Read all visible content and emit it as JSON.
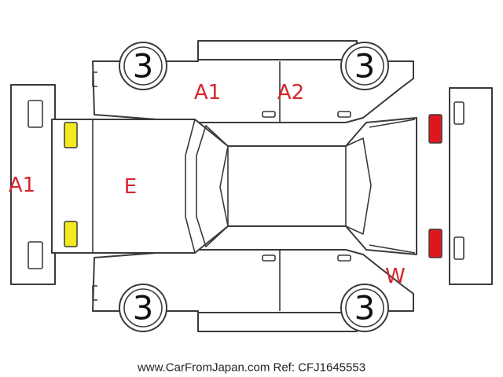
{
  "wheels": {
    "front_left": "3",
    "front_right": "3",
    "rear_left": "3",
    "rear_right": "3"
  },
  "marks": {
    "front_bumper": "A1",
    "left_front_door": "A1",
    "left_rear_door": "A2",
    "hood": "E",
    "right_rear": "W"
  },
  "lights": {
    "front": "yellow",
    "rear": "red"
  },
  "colors": {
    "mark": "#d8262d",
    "front_light": "#f2ea1f",
    "rear_light": "#e0161f",
    "outline": "#3a3a3a"
  },
  "footer": "www.CarFromJapan.com Ref: CFJ1645553"
}
